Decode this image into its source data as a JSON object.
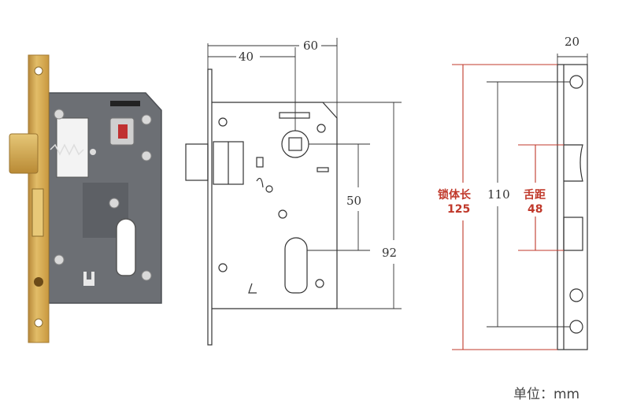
{
  "dimensions": {
    "front_width_total": "60",
    "front_backset": "40",
    "front_center_distance": "50",
    "front_height": "92",
    "side_faceplate_width": "20",
    "side_height": "110"
  },
  "red_labels": {
    "body_length_label": "锁体长",
    "body_length_value": "125",
    "tongue_distance_label": "舌距",
    "tongue_distance_value": "48"
  },
  "unit": "单位：mm",
  "colors": {
    "dimension_red": "#c0392b",
    "brass": "#d4a84a",
    "lock_body_gray": "#6c6f74",
    "line_dark": "#333333"
  }
}
